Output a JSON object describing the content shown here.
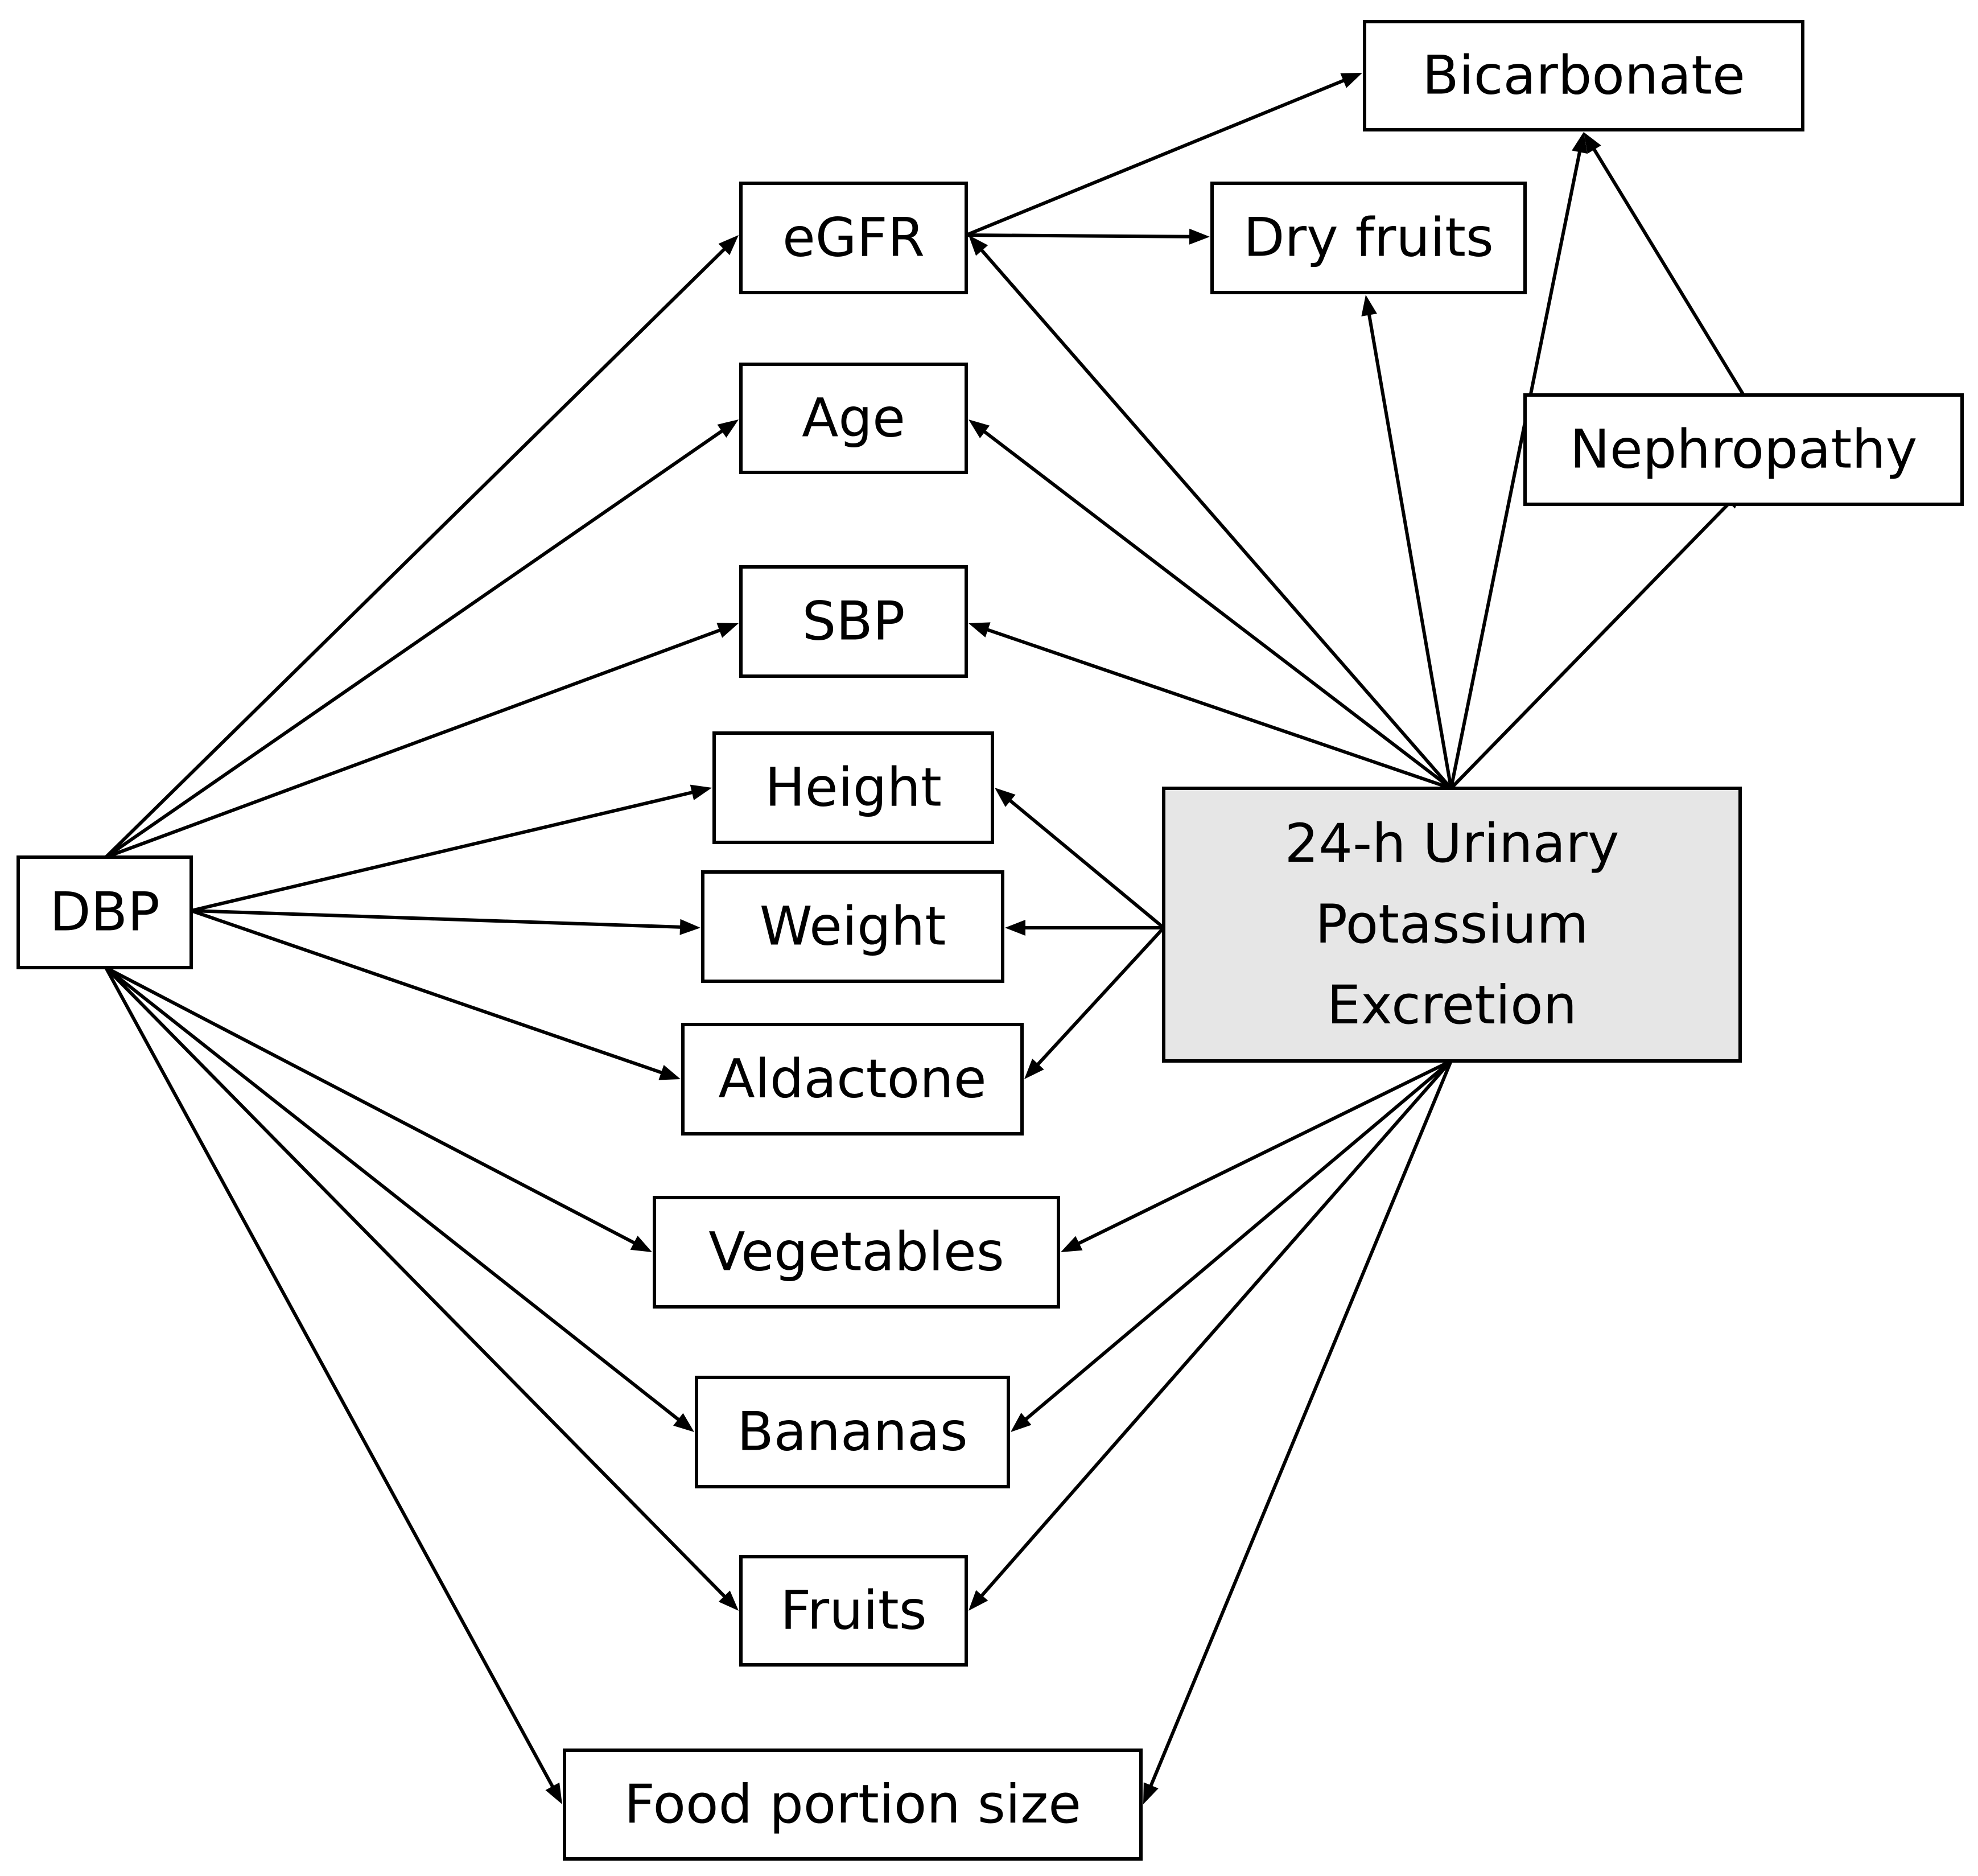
{
  "diagram": {
    "nodes": [
      {
        "id": "bicarbonate",
        "lines": [
          "Bicarbonate"
        ],
        "fill": "#ffffff"
      },
      {
        "id": "egfr",
        "lines": [
          "eGFR"
        ],
        "fill": "#ffffff"
      },
      {
        "id": "dry-fruits",
        "lines": [
          "Dry fruits"
        ],
        "fill": "#ffffff"
      },
      {
        "id": "age",
        "lines": [
          "Age"
        ],
        "fill": "#ffffff"
      },
      {
        "id": "nephropathy",
        "lines": [
          "Nephropathy"
        ],
        "fill": "#ffffff"
      },
      {
        "id": "sbp",
        "lines": [
          "SBP"
        ],
        "fill": "#ffffff"
      },
      {
        "id": "height",
        "lines": [
          "Height"
        ],
        "fill": "#ffffff"
      },
      {
        "id": "dbp",
        "lines": [
          "DBP"
        ],
        "fill": "#ffffff"
      },
      {
        "id": "weight",
        "lines": [
          "Weight"
        ],
        "fill": "#ffffff"
      },
      {
        "id": "aldactone",
        "lines": [
          "Aldactone"
        ],
        "fill": "#ffffff"
      },
      {
        "id": "urinary-potassium",
        "lines": [
          "24-h Urinary",
          "Potassium",
          "Excretion"
        ],
        "fill": "#e6e6e6"
      },
      {
        "id": "vegetables",
        "lines": [
          "Vegetables"
        ],
        "fill": "#ffffff"
      },
      {
        "id": "bananas",
        "lines": [
          "Bananas"
        ],
        "fill": "#ffffff"
      },
      {
        "id": "fruits",
        "lines": [
          "Fruits"
        ],
        "fill": "#ffffff"
      },
      {
        "id": "food-portion-size",
        "lines": [
          "Food portion size"
        ],
        "fill": "#ffffff"
      }
    ],
    "edges": [
      {
        "from": "dbp",
        "to": "egfr"
      },
      {
        "from": "dbp",
        "to": "age"
      },
      {
        "from": "dbp",
        "to": "sbp"
      },
      {
        "from": "dbp",
        "to": "height"
      },
      {
        "from": "dbp",
        "to": "weight"
      },
      {
        "from": "dbp",
        "to": "aldactone"
      },
      {
        "from": "dbp",
        "to": "vegetables"
      },
      {
        "from": "dbp",
        "to": "bananas"
      },
      {
        "from": "dbp",
        "to": "fruits"
      },
      {
        "from": "dbp",
        "to": "food-portion-size"
      },
      {
        "from": "egfr",
        "to": "bicarbonate"
      },
      {
        "from": "egfr",
        "to": "dry-fruits"
      },
      {
        "from": "nephropathy",
        "to": "bicarbonate"
      },
      {
        "from": "urinary-potassium",
        "to": "egfr"
      },
      {
        "from": "urinary-potassium",
        "to": "age"
      },
      {
        "from": "urinary-potassium",
        "to": "sbp"
      },
      {
        "from": "urinary-potassium",
        "to": "dry-fruits"
      },
      {
        "from": "urinary-potassium",
        "to": "bicarbonate"
      },
      {
        "from": "urinary-potassium",
        "to": "nephropathy"
      },
      {
        "from": "urinary-potassium",
        "to": "height"
      },
      {
        "from": "urinary-potassium",
        "to": "weight"
      },
      {
        "from": "urinary-potassium",
        "to": "aldactone"
      },
      {
        "from": "urinary-potassium",
        "to": "vegetables"
      },
      {
        "from": "urinary-potassium",
        "to": "bananas"
      },
      {
        "from": "urinary-potassium",
        "to": "fruits"
      },
      {
        "from": "urinary-potassium",
        "to": "food-portion-size"
      }
    ]
  }
}
